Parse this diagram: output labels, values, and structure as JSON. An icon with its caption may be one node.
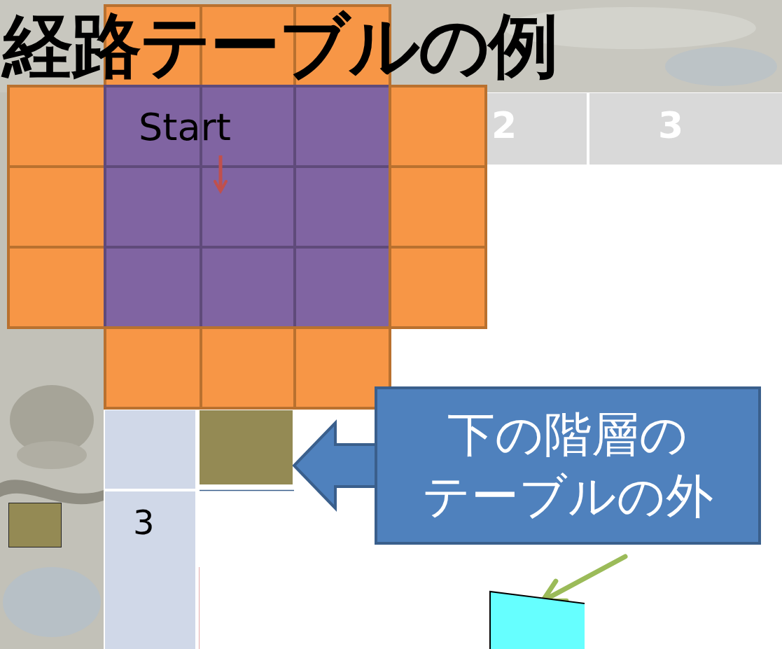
{
  "diagram": {
    "title": "経路テーブルの例",
    "nodes": [
      {
        "text": [
          "下の階層のテーブルの外"
        ]
      },
      {
        "text": [],
        "shape": "box"
      },
      {
        "text": [],
        "shape": "box"
      },
      {
        "text": [],
        "shape": "box"
      }
    ],
    "edges": [
      {
        "from": 0,
        "to": 1,
        "arrow": "to"
      },
      {
        "from": null,
        "to": 3,
        "arrow": "to",
        "color": "#9bbb59"
      }
    ],
    "labels": [
      "Start",
      "2",
      "3",
      "3"
    ]
  }
}
